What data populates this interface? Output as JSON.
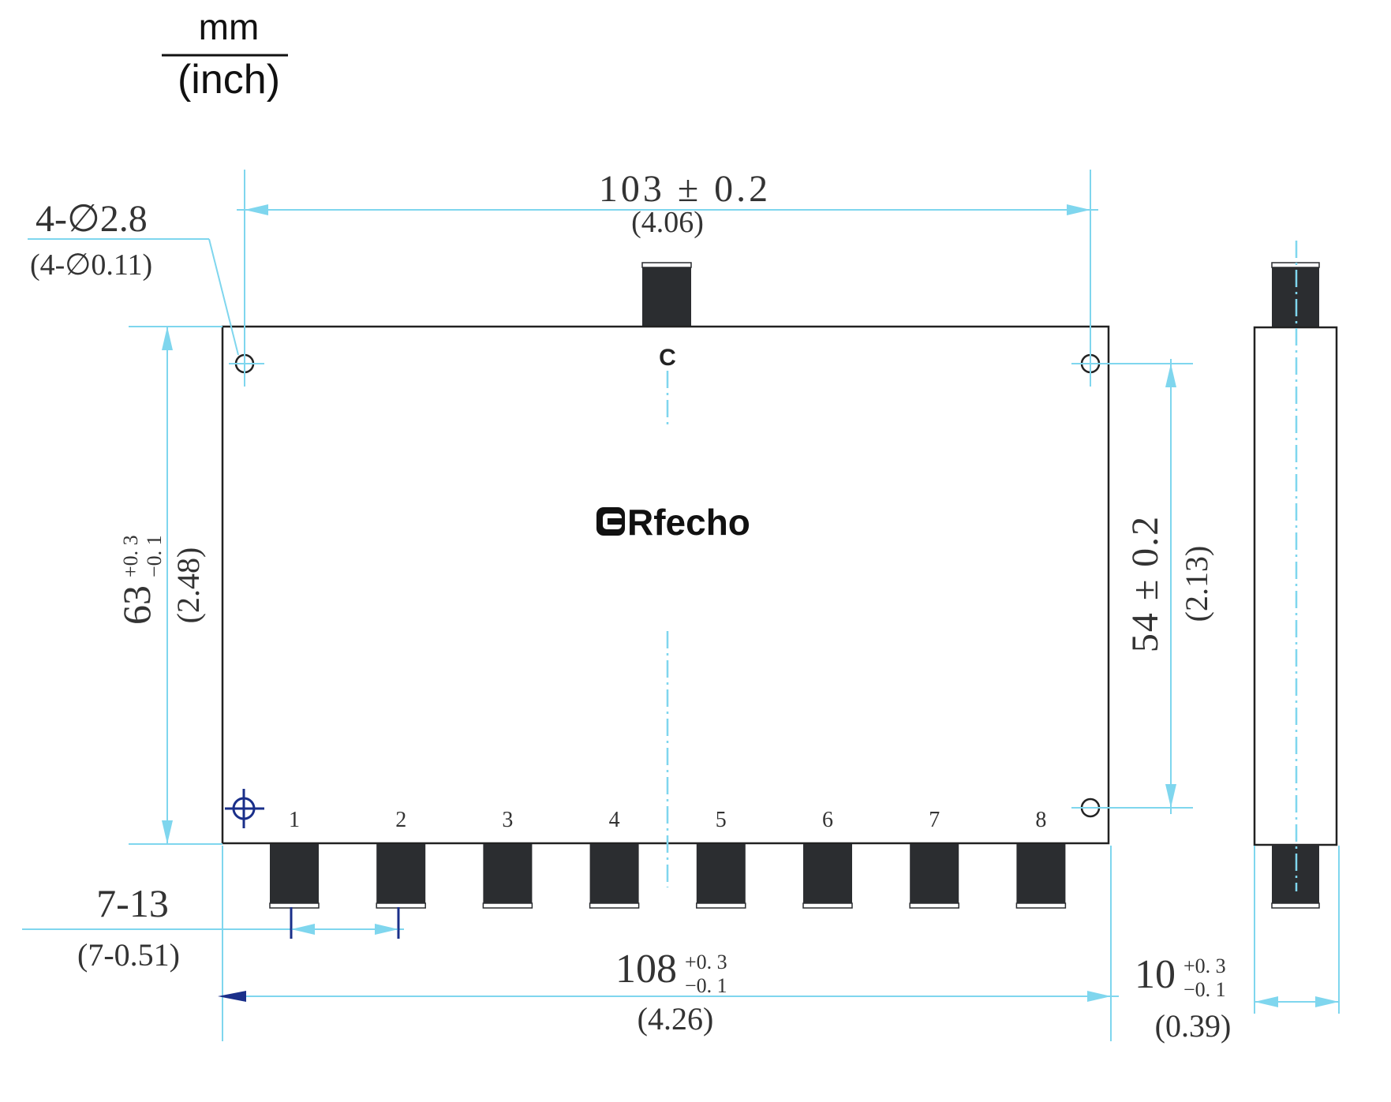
{
  "units": {
    "numerator": "mm",
    "denominator": "(inch)"
  },
  "hole_callout": {
    "mm": "4-∅2.8",
    "inch": "(4-∅0.11)"
  },
  "top_width": {
    "mm": "103 ± 0.2",
    "inch": "(4.06)"
  },
  "height": {
    "mm_main": "63",
    "tol_upper": "+0. 3",
    "tol_lower": "−0. 1",
    "inch": "(2.48)"
  },
  "hole_spacing_v": {
    "mm": "54 ± 0.2",
    "inch": "(2.13)"
  },
  "port_pitch": {
    "mm": "7-13",
    "inch": "(7-0.51)"
  },
  "bottom_width": {
    "mm_main": "108",
    "tol_upper": "+0. 3",
    "tol_lower": "−0. 1",
    "inch": "(4.26)"
  },
  "depth": {
    "mm_main": "10",
    "tol_upper": "+0. 3",
    "tol_lower": "−0. 1",
    "inch": "(0.39)"
  },
  "common_port_label": "C",
  "ports": [
    "1",
    "2",
    "3",
    "4",
    "5",
    "6",
    "7",
    "8"
  ],
  "logo": "Rfecho",
  "colors": {
    "dimension": "#7fd6ee",
    "outline": "#222222",
    "connector": "#2b2d30",
    "datum": "#1a2f8a"
  }
}
